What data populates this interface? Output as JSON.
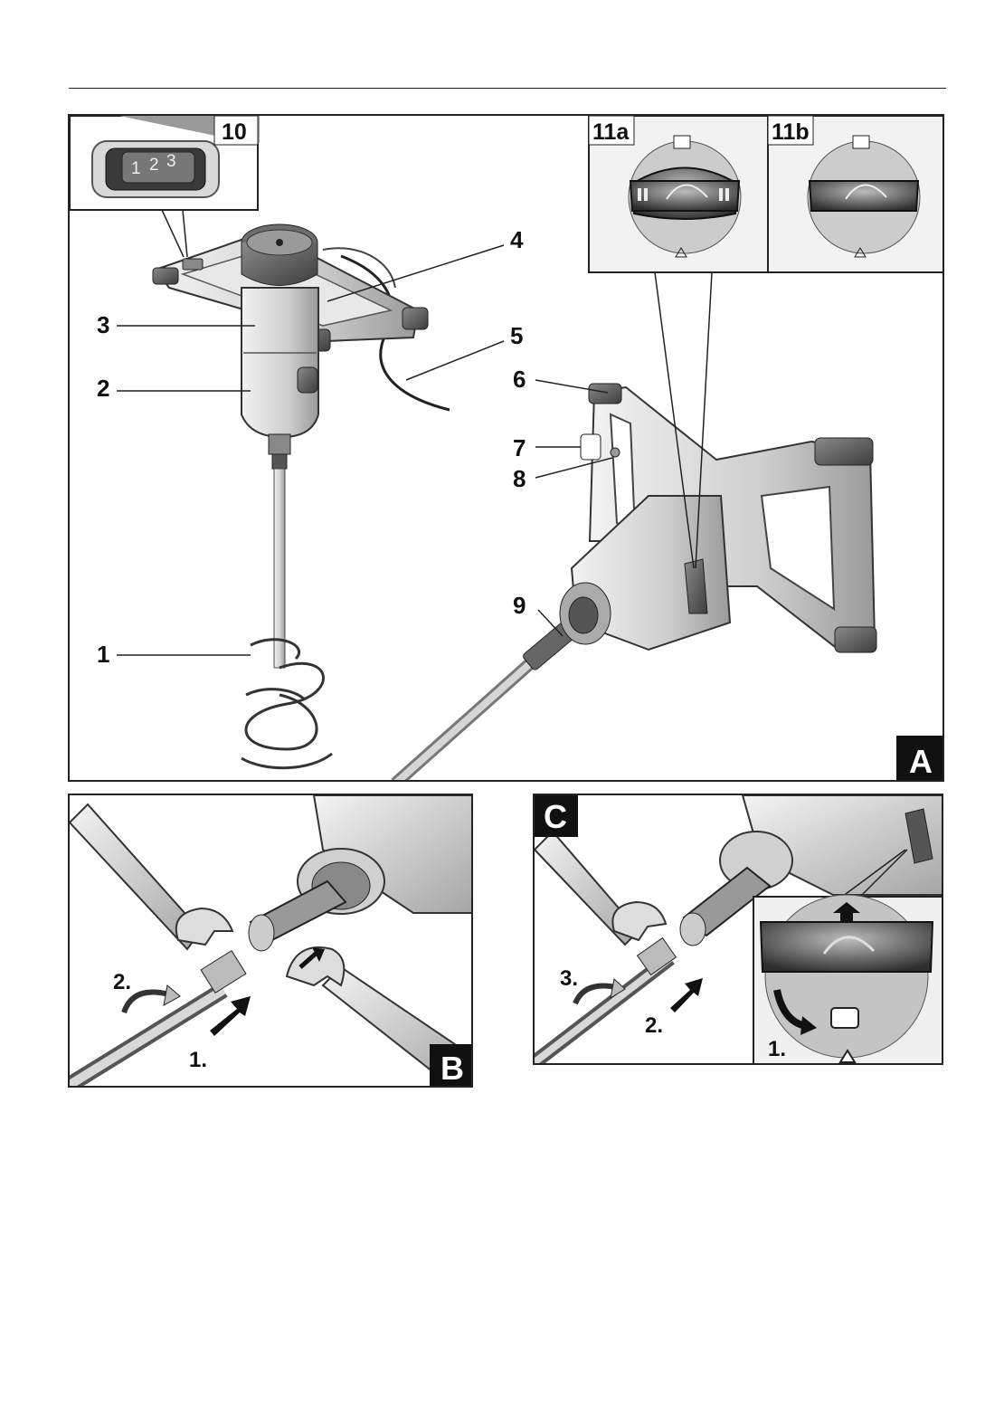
{
  "figure_a": {
    "badge": "A",
    "callouts": [
      {
        "id": "c1",
        "label": "1"
      },
      {
        "id": "c2",
        "label": "2"
      },
      {
        "id": "c3",
        "label": "3"
      },
      {
        "id": "c4",
        "label": "4"
      },
      {
        "id": "c5",
        "label": "5"
      },
      {
        "id": "c6",
        "label": "6"
      },
      {
        "id": "c7",
        "label": "7"
      },
      {
        "id": "c8",
        "label": "8"
      },
      {
        "id": "c9",
        "label": "9"
      }
    ],
    "inset_10": {
      "label": "10",
      "digits": [
        "1",
        "2",
        "3"
      ]
    },
    "inset_11a": {
      "label": "11a"
    },
    "inset_11b": {
      "label": "11b"
    }
  },
  "figure_b": {
    "badge": "B",
    "steps": [
      "1.",
      "2."
    ]
  },
  "figure_c": {
    "badge": "C",
    "steps": [
      "1.",
      "2.",
      "3."
    ]
  },
  "colors": {
    "ink": "#111111",
    "tool_light": "#dcdcdc",
    "tool_mid": "#a8a8a8",
    "tool_dark": "#555555",
    "badge_bg": "#111111"
  }
}
